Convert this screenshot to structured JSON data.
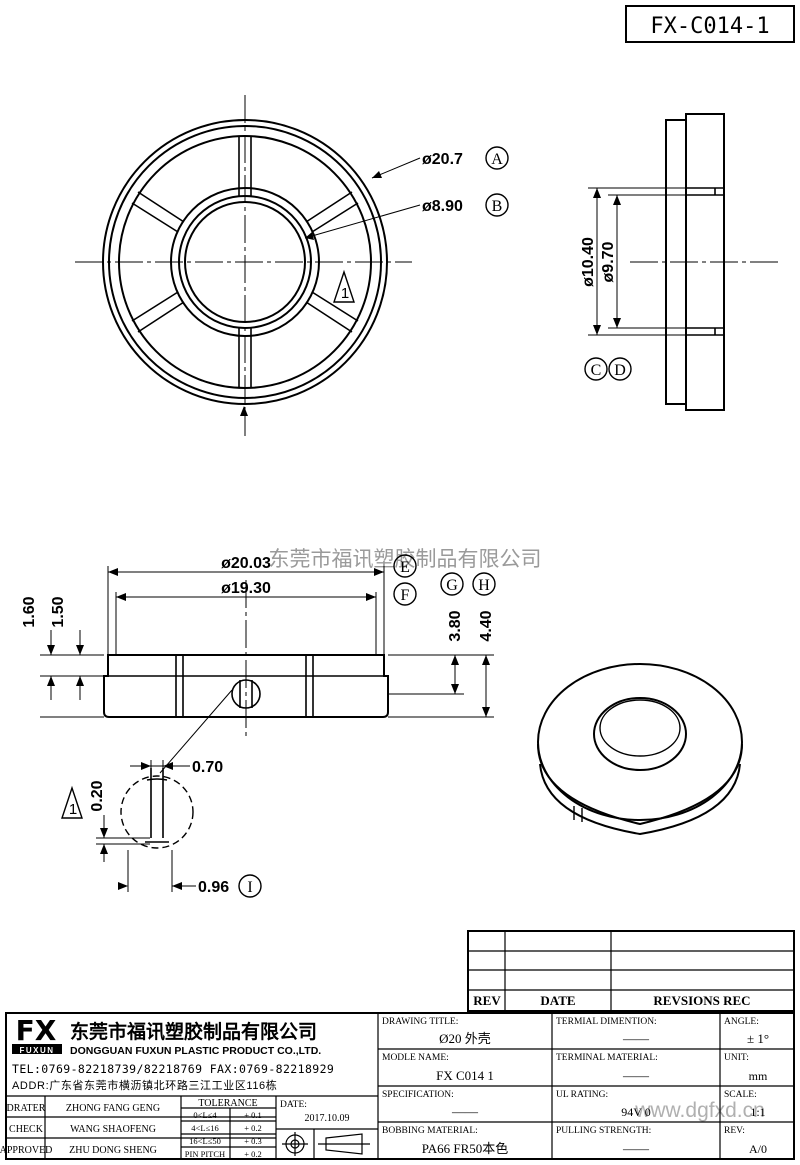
{
  "drawing_number": "FX-C014-1",
  "dimensions": {
    "outer_diameter": "ø20.7",
    "inner_diameter": "ø8.90",
    "side_dia_outer": "ø10.40",
    "side_dia_inner": "ø9.70",
    "base_diameter": "ø20.03",
    "top_diameter": "ø19.30",
    "step_1": "1.60",
    "step_2": "1.50",
    "height_1": "3.80",
    "height_2": "4.40",
    "slot_width": "0.70",
    "slot_depth": "0.20",
    "slot_offset": "0.96"
  },
  "markers": {
    "a": "A",
    "b": "B",
    "c": "C",
    "d": "D",
    "e": "E",
    "f": "F",
    "g": "G",
    "h": "H",
    "i": "I",
    "delta": "1"
  },
  "watermark": "东莞市福讯塑胶制品有限公司",
  "watermark_url": "www.dgfxd.cn",
  "revision_table": {
    "headers": [
      "REV",
      "DATE",
      "REVSIONS REC"
    ]
  },
  "company": {
    "logo": "FX",
    "logo_sub": "FUXUN",
    "name_cn": "东莞市福讯塑胶制品有限公司",
    "name_en": "DONGGUAN FUXUN PLASTIC PRODUCT CO.,LTD.",
    "phone": "TEL:0769-82218739/82218769 FAX:0769-82218929",
    "address": "ADDR:广东省东莞市横沥镇北环路三江工业区116栋"
  },
  "approvals": [
    {
      "role": "DRATER",
      "name": "ZHONG FANG GENG"
    },
    {
      "role": "CHECK",
      "name": "WANG SHAOFENG"
    },
    {
      "role": "APPROVED",
      "name": "ZHU DONG SHENG"
    }
  ],
  "tolerance": {
    "title": "TOLERANCE",
    "rows": [
      {
        "range": "0<L≤4",
        "value": "+ 0.1"
      },
      {
        "range": "4<L≤16",
        "value": "+ 0.2"
      },
      {
        "range": "16<L≤50",
        "value": "+ 0.3"
      },
      {
        "range": "PIN PITCH",
        "value": "+ 0.2"
      }
    ]
  },
  "date": {
    "label": "DATE:",
    "value": "2017.10.09"
  },
  "title_block": {
    "drawing_title_label": "DRAWING TITLE:",
    "drawing_title": "Ø20 外壳",
    "terminal_dimension_label": "TERMIAL DIMENTION:",
    "terminal_dimension": "——",
    "angle_label": "ANGLE:",
    "angle": "± 1°",
    "model_name_label": "MODLE NAME:",
    "model_name": "FX C014 1",
    "terminal_material_label": "TERMINAL MATERIAL:",
    "terminal_material": "——",
    "unit_label": "UNIT:",
    "unit": "mm",
    "specification_label": "SPECIFICATION:",
    "specification": "——",
    "ul_rating_label": "UL RATING:",
    "ul_rating": "94V 0",
    "scale_label": "SCALE:",
    "scale": "1:1",
    "bobbin_material_label": "BOBBING MATERIAL:",
    "bobbin_material": "PA66 FR50本色",
    "pulling_strength_label": "PULLING STRENGTH:",
    "pulling_strength": "——",
    "rev_label": "REV:",
    "rev": "A/0"
  }
}
